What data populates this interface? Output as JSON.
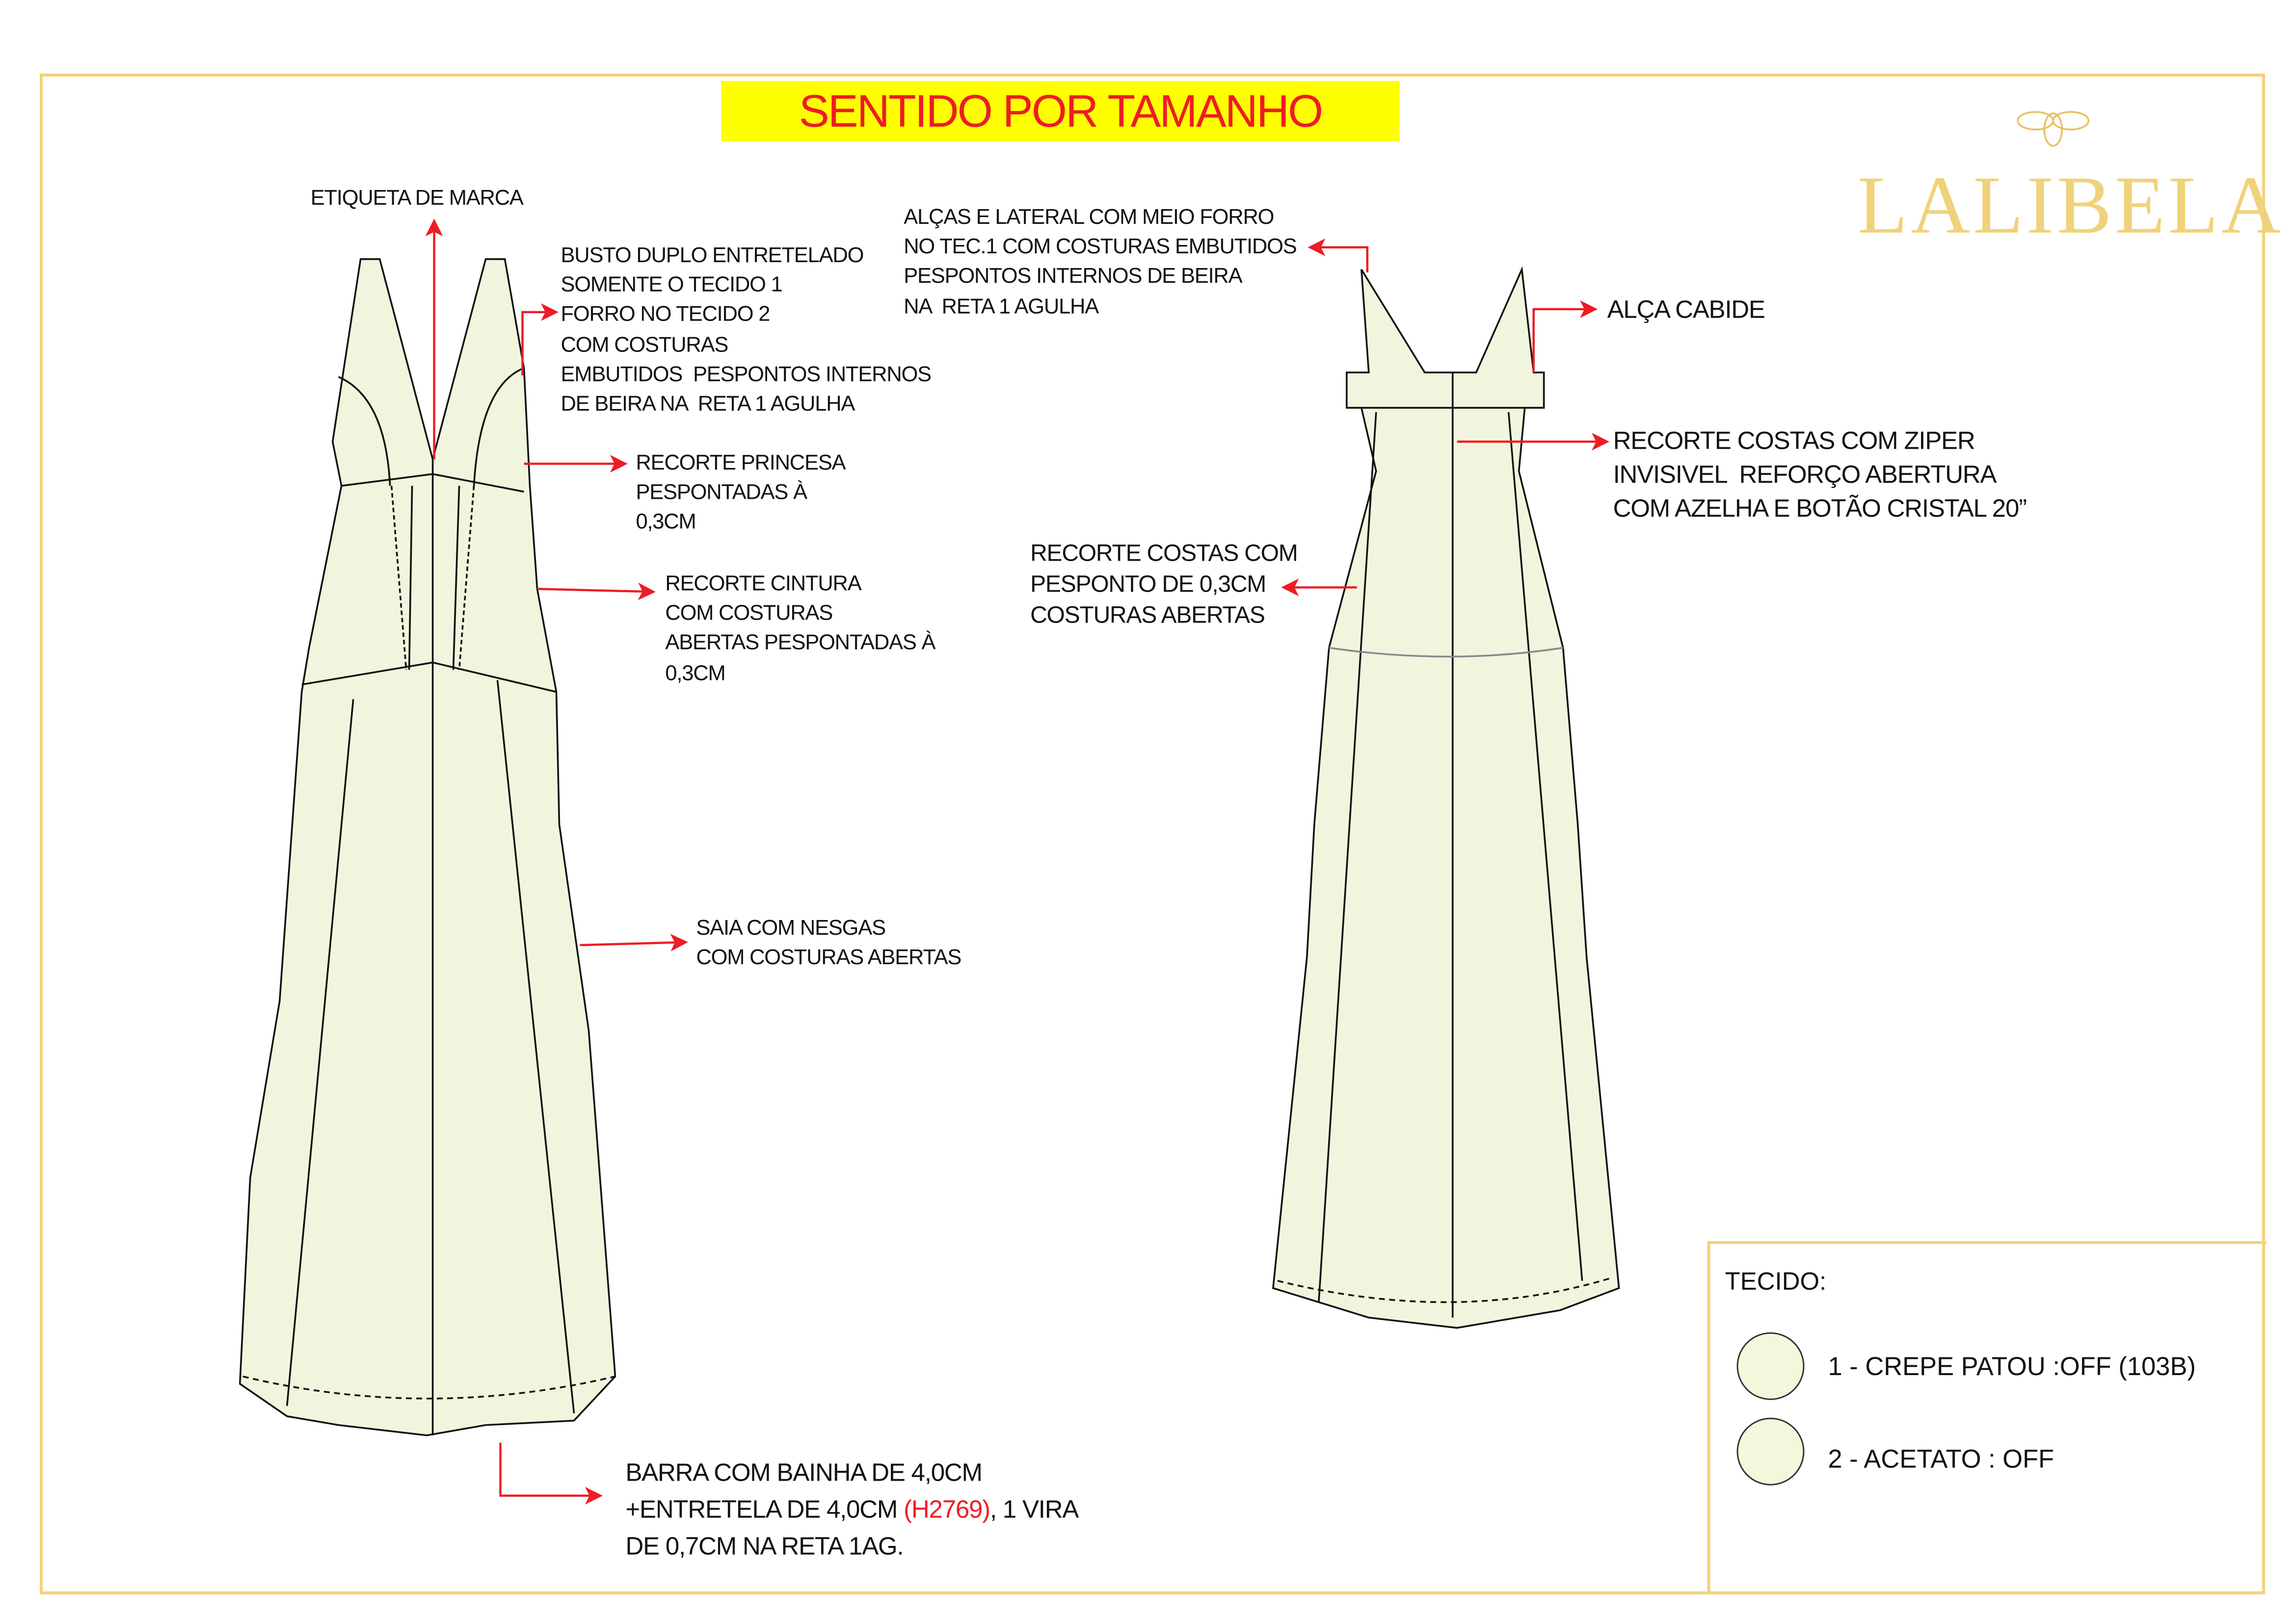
{
  "title": "SENTIDO POR TAMANHO",
  "brand": "LALIBELA",
  "colors": {
    "accent_red": "#ee1c25",
    "title_bg": "#ffff00",
    "frame": "#f2d27a",
    "fabric": "#f1f5de"
  },
  "front_notes": {
    "label": "ETIQUETA DE MARCA",
    "bust": "BUSTO DUPLO ENTRETELADO\nSOMENTE O TECIDO 1\nFORRO NO TECIDO 2\nCOM COSTURAS\nEMBUTIDOS  PESPONTOS INTERNOS\nDE BEIRA NA  RETA 1 AGULHA",
    "princess": "RECORTE PRINCESA\nPESPONTADAS À\n0,3CM",
    "waist": "RECORTE CINTURA\nCOM COSTURAS\nABERTAS PESPONTADAS À\n0,3CM",
    "skirt": "SAIA COM NESGAS\nCOM COSTURAS ABERTAS",
    "hem_line1": "BARRA COM BAINHA DE 4,0CM",
    "hem_line2a": "+ENTRETELA DE 4,0CM ",
    "hem_code": "(H2769)",
    "hem_line2b": ", 1 VIRA",
    "hem_line3": "DE 0,7CM NA RETA 1AG."
  },
  "back_notes": {
    "straps": "ALÇAS E LATERAL COM MEIO FORRO\nNO TEC.1 COM COSTURAS EMBUTIDOS\nPESPONTOS INTERNOS DE BEIRA\nNA  RETA 1 AGULHA",
    "hanger": "ALÇA CABIDE",
    "zipper": "RECORTE COSTAS COM ZIPER\nINVISIVEL  REFORÇO ABERTURA\nCOM AZELHA E BOTÃO CRISTAL 20”",
    "back_seam": "RECORTE COSTAS COM\nPESPONTO DE 0,3CM\nCOSTURAS ABERTAS"
  },
  "fabric": {
    "label": "TECIDO:",
    "items": [
      "1 - CREPE PATOU :OFF (103B)",
      "2 - ACETATO : OFF"
    ]
  }
}
